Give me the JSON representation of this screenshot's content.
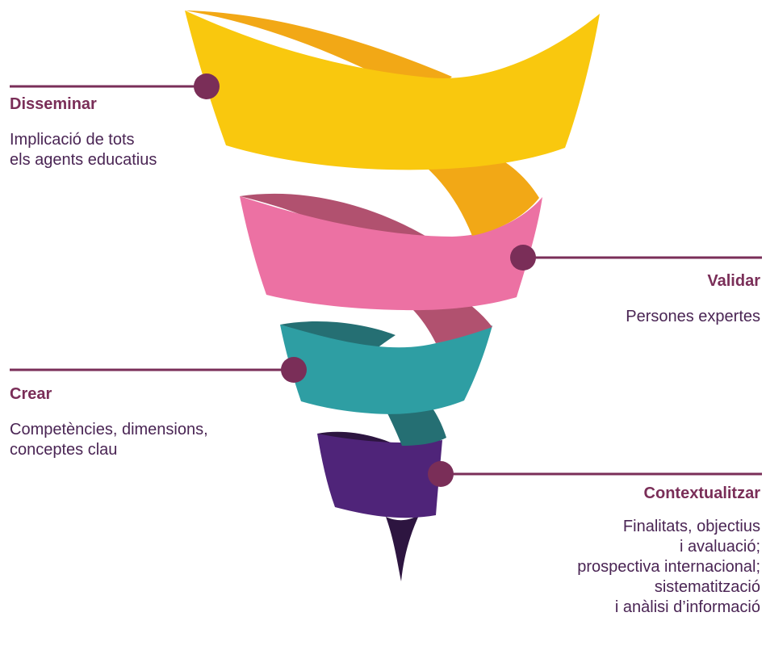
{
  "stages": [
    {
      "id": "disseminar",
      "title": "Disseminar",
      "description": "Implicació de tots\nels agents educatius",
      "color": "#f9c80e",
      "dark": "#f2a816",
      "side": "left"
    },
    {
      "id": "validar",
      "title": "Validar",
      "description": "Persones expertes",
      "color": "#ec71a3",
      "dark": "#b1516f",
      "side": "right"
    },
    {
      "id": "crear",
      "title": "Crear",
      "description": "Competències, dimensions,\nconceptes clau",
      "color": "#2e9ea3",
      "dark": "#256f73",
      "side": "left"
    },
    {
      "id": "contextualitzar",
      "title": "Contextualitzar",
      "description": "Finalitats, objectius\ni avaluació;\nprospectiva internacional;\nsistematització\ni anàlisi d’informació",
      "color": "#4f2479",
      "dark": "#2d1540",
      "side": "right"
    }
  ],
  "connector_color": "#7a2e58"
}
